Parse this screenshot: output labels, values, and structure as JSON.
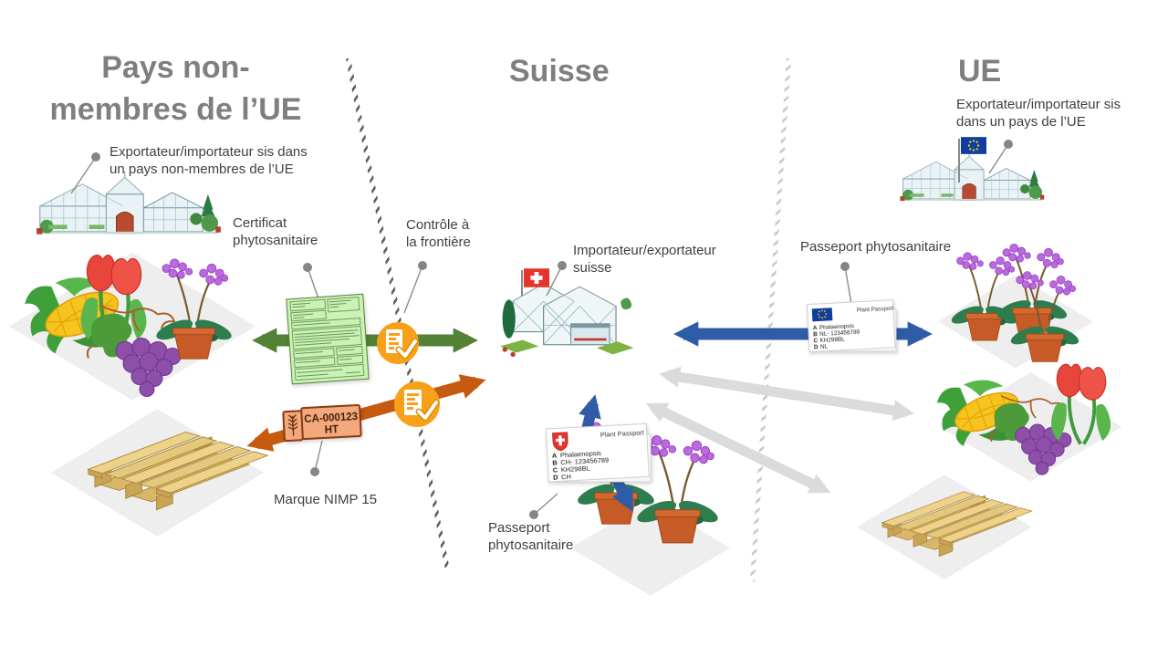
{
  "headers": {
    "non_eu_1": "Pays non-",
    "non_eu_2": "membres de l’UE",
    "suisse": "Suisse",
    "ue": "UE"
  },
  "labels": {
    "non_eu_actor_1": "Exportateur/importateur sis dans",
    "non_eu_actor_2": "un pays non-membres de l’UE",
    "certificat_1": "Certificat",
    "certificat_2": "phytosanitaire",
    "controle_1": "Contrôle à",
    "controle_2": "la frontière",
    "marque_nimp": "Marque NIMP 15",
    "ch_actor_1": "Importateur/exportateur",
    "ch_actor_2": "suisse",
    "ch_passeport_1": "Passeport",
    "ch_passeport_2": "phytosanitaire",
    "eu_passeport": "Passeport phytosanitaire",
    "eu_actor_1": "Exportateur/importateur sis",
    "eu_actor_2": "dans un pays de l’UE"
  },
  "nimp_tag": {
    "line1": "CA-000123",
    "line2": "HT"
  },
  "passport_ch": {
    "title": "Plant Passport",
    "rows": [
      {
        "k": "A",
        "v": "Phalaenopsis"
      },
      {
        "k": "B",
        "v": "CH- 123456789"
      },
      {
        "k": "C",
        "v": "KH298BL"
      },
      {
        "k": "D",
        "v": "CH"
      }
    ]
  },
  "passport_eu": {
    "title": "Plant Passport",
    "rows": [
      {
        "k": "A",
        "v": "Phalaenopsis"
      },
      {
        "k": "B",
        "v": "NL- 123456789"
      },
      {
        "k": "C",
        "v": "KH298BL"
      },
      {
        "k": "D",
        "v": "NL"
      }
    ]
  },
  "icons": {
    "border_control_badge": "document-check-icon",
    "tag_mark": "wheat-icon",
    "ch_flag": "swiss-flag-icon",
    "eu_flag": "eu-flag-icon",
    "connector": "dot"
  },
  "colors": {
    "header_gray": "#7f7f7f",
    "label_gray": "#3f3f3f",
    "green_arrow": "#538135",
    "orange_arrow": "#C55A11",
    "blue_arrow": "#2E5CA6",
    "gray_arrow": "#DBDBDB",
    "badge_orange": "#F7A11A",
    "certificate_green": "#C9F2B4",
    "tag_fill": "#F4A97C",
    "swiss_red": "#E5342C",
    "eu_blue": "#0F3F9E"
  }
}
